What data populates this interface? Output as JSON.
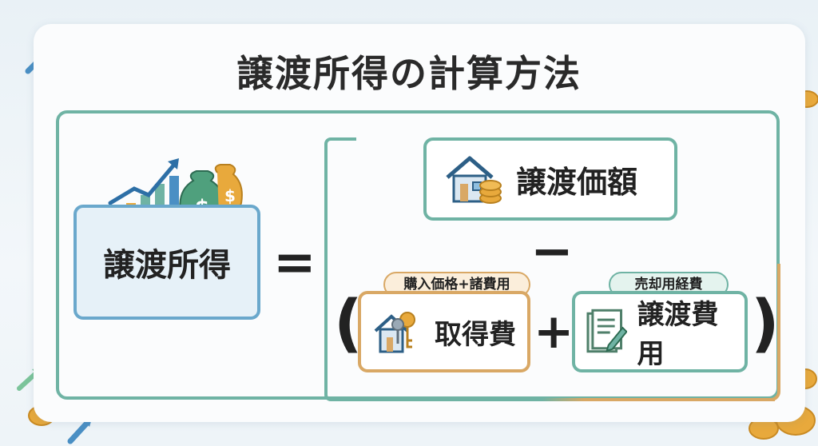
{
  "title": "譲渡所得の計算方法",
  "result": {
    "label": "譲渡所得"
  },
  "operators": {
    "equals": "=",
    "minus": "−",
    "plus": "+",
    "paren_open": "(",
    "paren_close": ")"
  },
  "sale_price": {
    "label": "譲渡価額"
  },
  "acquisition_cost": {
    "label": "取得費",
    "note": "購入価格+諸費用"
  },
  "transfer_expense": {
    "label": "譲渡費用",
    "note": "売却用経費"
  },
  "colors": {
    "teal": "#6fb3a4",
    "orange": "#d9a865",
    "blue": "#6aa8cc",
    "coin": "#e8a93c"
  }
}
